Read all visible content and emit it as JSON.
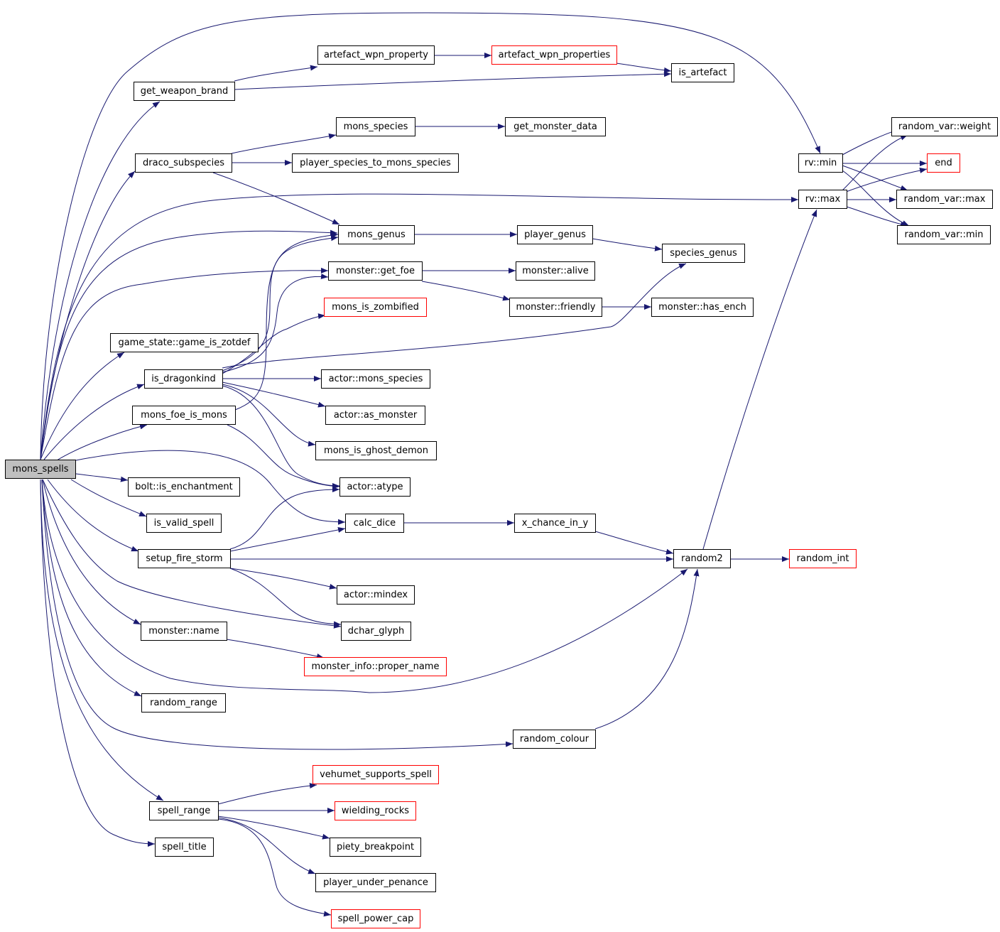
{
  "colors": {
    "edge": "#191970",
    "border": "#000000",
    "external_border": "#ff0000",
    "root_fill": "#bfbfbf"
  },
  "nodes": {
    "mons_spells": "mons_spells",
    "get_weapon_brand": "get_weapon_brand",
    "artefact_wpn_property": "artefact_wpn_property",
    "artefact_wpn_properties": "artefact_wpn_properties",
    "is_artefact": "is_artefact",
    "draco_subspecies": "draco_subspecies",
    "mons_species": "mons_species",
    "get_monster_data": "get_monster_data",
    "player_species_to_mons_species": "player_species_to_mons_species",
    "mons_genus": "mons_genus",
    "player_genus": "player_genus",
    "species_genus": "species_genus",
    "monster_get_foe": "monster::get_foe",
    "monster_alive": "monster::alive",
    "monster_friendly": "monster::friendly",
    "monster_has_ench": "monster::has_ench",
    "mons_is_zombified": "mons_is_zombified",
    "game_is_zotdef": "game_state::game_is_zotdef",
    "is_dragonkind": "is_dragonkind",
    "actor_mons_species": "actor::mons_species",
    "actor_as_monster": "actor::as_monster",
    "mons_foe_is_mons": "mons_foe_is_mons",
    "mons_is_ghost_demon": "mons_is_ghost_demon",
    "bolt_is_enchantment": "bolt::is_enchantment",
    "actor_atype": "actor::atype",
    "is_valid_spell": "is_valid_spell",
    "calc_dice": "calc_dice",
    "x_chance_in_y": "x_chance_in_y",
    "setup_fire_storm": "setup_fire_storm",
    "random2": "random2",
    "random_int": "random_int",
    "actor_mindex": "actor::mindex",
    "monster_name": "monster::name",
    "dchar_glyph": "dchar_glyph",
    "proper_name": "monster_info::proper_name",
    "random_range": "random_range",
    "random_colour": "random_colour",
    "vehumet_supports_spell": "vehumet_supports_spell",
    "spell_range": "spell_range",
    "wielding_rocks": "wielding_rocks",
    "piety_breakpoint": "piety_breakpoint",
    "player_under_penance": "player_under_penance",
    "spell_title": "spell_title",
    "spell_power_cap": "spell_power_cap",
    "rv_min": "rv::min",
    "rv_max": "rv::max",
    "random_var_weight": "random_var::weight",
    "end": "end",
    "random_var_max": "random_var::max",
    "random_var_min": "random_var::min"
  }
}
